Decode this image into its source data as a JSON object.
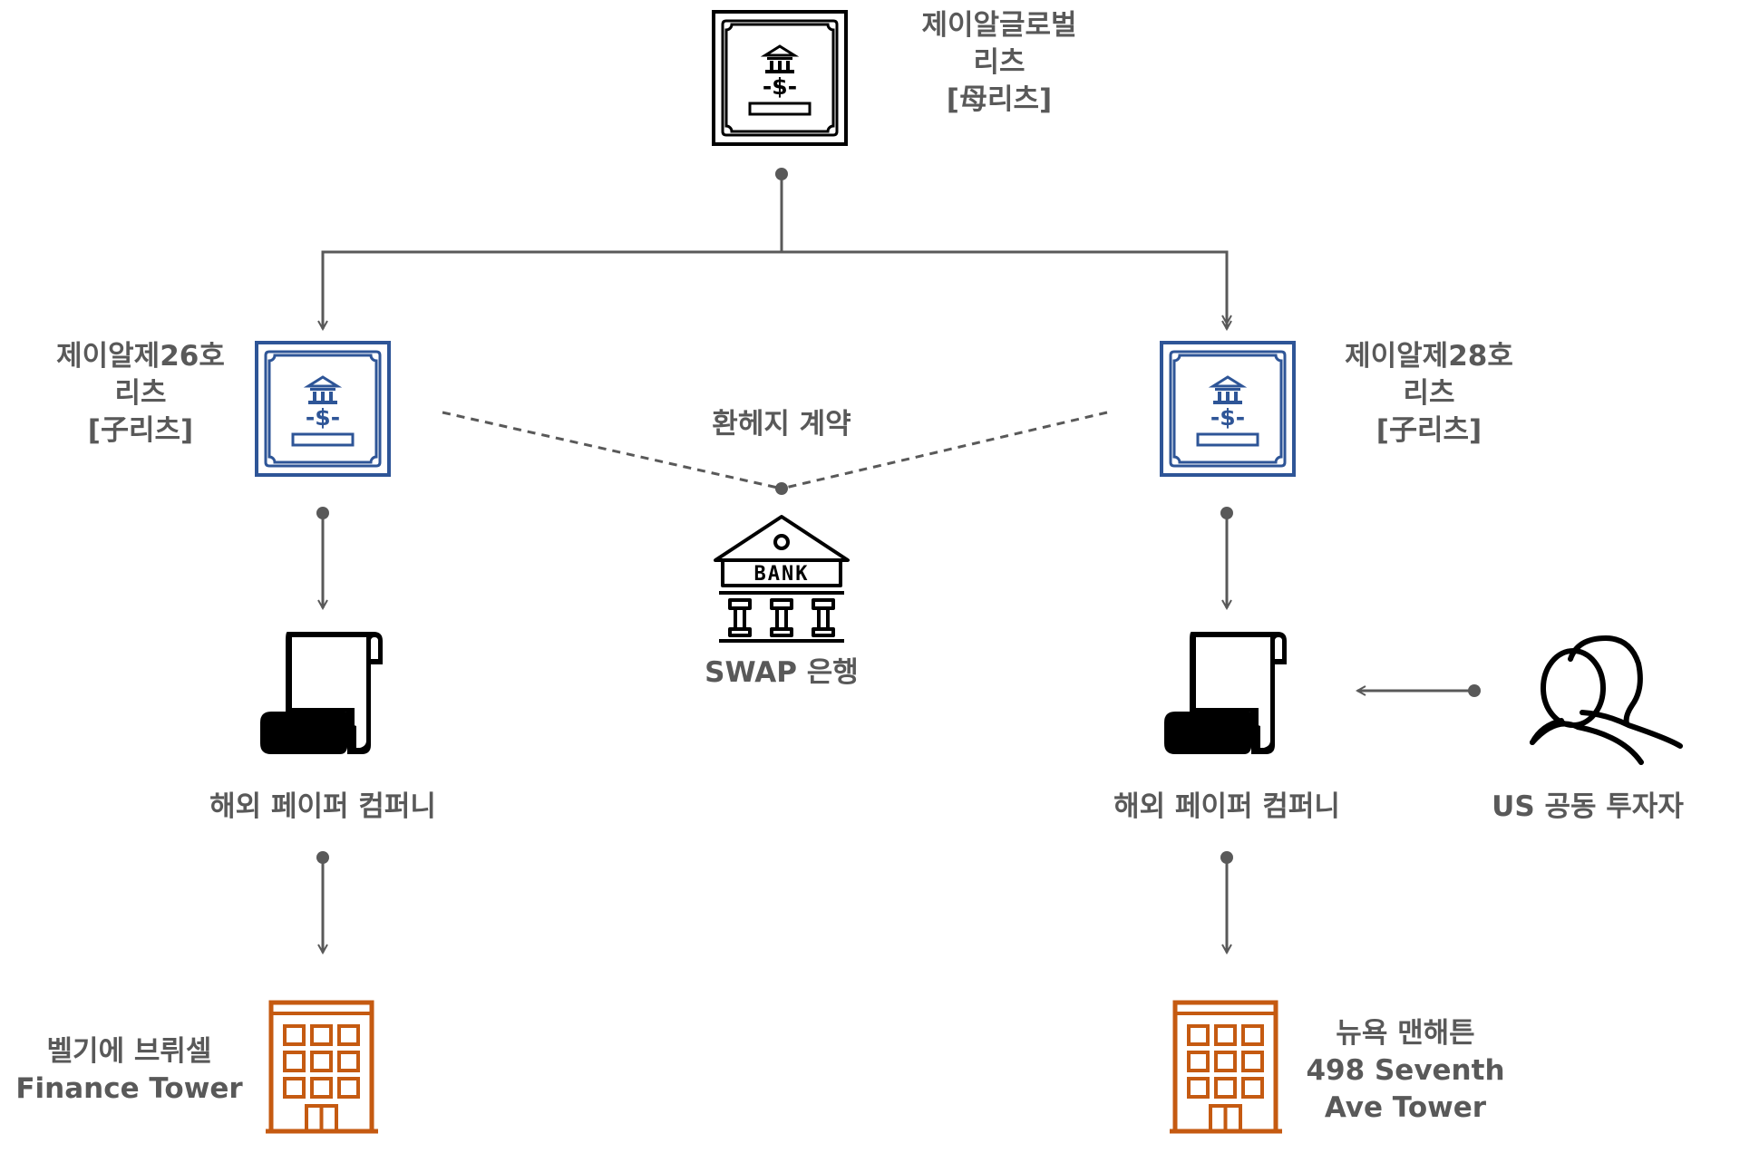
{
  "colors": {
    "text": "#595959",
    "line": "#595959",
    "reit_parent": "#000000",
    "reit_child": "#2e5597",
    "building": "#c55a11"
  },
  "nodes": {
    "parent_reit": {
      "icon": "certificate-bank-dollar-icon",
      "name_line1": "제이알글로벌",
      "name_line2": "리츠",
      "role": "[母리츠]"
    },
    "child_reit_26": {
      "icon": "certificate-bank-dollar-icon",
      "name_line1": "제이알제26호",
      "name_line2": "리츠",
      "role": "[子리츠]"
    },
    "child_reit_28": {
      "icon": "certificate-bank-dollar-icon",
      "name_line1": "제이알제28호",
      "name_line2": "리츠",
      "role": "[子리츠]"
    },
    "hedge": {
      "label": "환헤지 계약"
    },
    "swap_bank": {
      "icon": "bank-building-icon",
      "icon_text": "BANK",
      "label": "SWAP 은행"
    },
    "paper_company_left": {
      "icon": "scroll-icon",
      "label": "해외 페이퍼 컴퍼니"
    },
    "paper_company_right": {
      "icon": "scroll-icon",
      "label": "해외 페이퍼 컴퍼니"
    },
    "us_investor": {
      "icon": "people-icon",
      "label": "US 공동 투자자"
    },
    "asset_brussels": {
      "icon": "office-building-icon",
      "line1": "벨기에 브뤼셀",
      "line2": "Finance Tower"
    },
    "asset_manhattan": {
      "icon": "office-building-icon",
      "line1": "뉴욕 맨해튼",
      "line2": "498 Seventh",
      "line3": "Ave Tower"
    }
  }
}
